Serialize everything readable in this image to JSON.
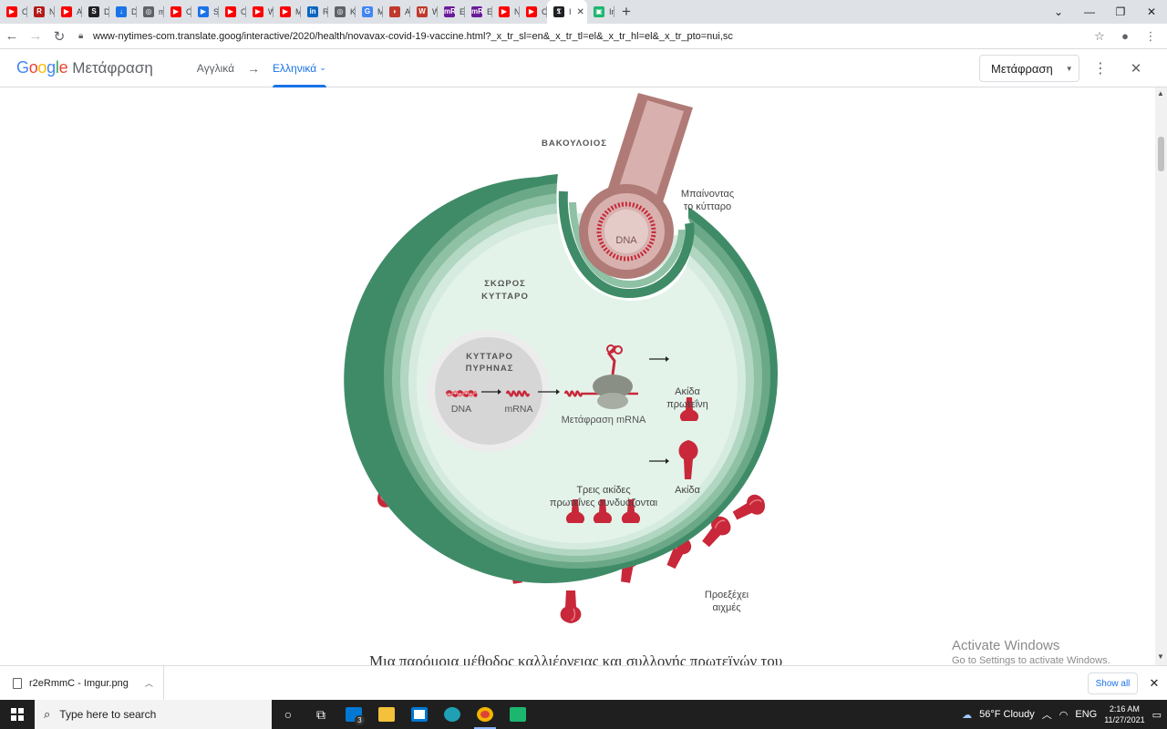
{
  "browser": {
    "tabs": [
      {
        "label": "O A",
        "color": "#ff0000",
        "glyph": "▶"
      },
      {
        "label": "Néo",
        "color": "#b31b1b",
        "glyph": "R"
      },
      {
        "label": "ANA",
        "color": "#ff0000",
        "glyph": "▶"
      },
      {
        "label": "DSC",
        "color": "#202124",
        "glyph": "S"
      },
      {
        "label": "Dow",
        "color": "#1a73e8",
        "glyph": "↓"
      },
      {
        "label": "med",
        "color": "#5f6368",
        "glyph": "◎"
      },
      {
        "label": "Com",
        "color": "#ff0000",
        "glyph": "▶"
      },
      {
        "label": "Sena",
        "color": "#1a73e8",
        "glyph": "▶"
      },
      {
        "label": "O Γι",
        "color": "#ff0000",
        "glyph": "▶"
      },
      {
        "label": "WAT",
        "color": "#ff0000",
        "glyph": "▶"
      },
      {
        "label": "Med",
        "color": "#ff0000",
        "glyph": "▶"
      },
      {
        "label": "Rob",
        "color": "#0a66c2",
        "glyph": "in"
      },
      {
        "label": "Key",
        "color": "#5f6368",
        "glyph": "◎"
      },
      {
        "label": "Με",
        "color": "#4285f4",
        "glyph": "G"
      },
      {
        "label": "Abst",
        "color": "#c0392b",
        "glyph": "◗"
      },
      {
        "label": "Woc",
        "color": "#c0392b",
        "glyph": "W"
      },
      {
        "label": "Effic",
        "color": "#6a1b9a",
        "glyph": "mR"
      },
      {
        "label": "Effic",
        "color": "#6a1b9a",
        "glyph": "mR"
      },
      {
        "label": "Nov",
        "color": "#ff0000",
        "glyph": "▶"
      },
      {
        "label": "COV",
        "color": "#ff0000",
        "glyph": "▶"
      },
      {
        "label": "I",
        "color": "#202124",
        "glyph": "𝕿",
        "active": true
      },
      {
        "label": "Img",
        "color": "#1bb76e",
        "glyph": "▣"
      }
    ],
    "url": "www-nytimes-com.translate.goog/interactive/2020/health/novavax-covid-19-vaccine.html?_x_tr_sl=en&_x_tr_tl=el&_x_tr_hl=el&_x_tr_pto=nui,sc"
  },
  "translate_bar": {
    "brand": "Google",
    "product": "Μετάφραση",
    "source_lang": "Αγγλικά",
    "target_lang": "Ελληνικά",
    "mode_label": "Μετάφραση"
  },
  "diagram": {
    "baculovirus": "ΒΑΚΟΥΛΟΙΟΣ",
    "entering_1": "Μπαίνοντας",
    "entering_2": "το κύτταρο",
    "virus_dna": "DNA",
    "moth_cell_1": "ΣΚΩΡΟΣ",
    "moth_cell_2": "ΚΥΤΤΑΡΟ",
    "nucleus_1": "ΚΥΤΤΑΡΟ",
    "nucleus_2": "ΠΥΡΗΝΑΣ",
    "nucleus_dna": "DNA",
    "nucleus_mrna": "mRNA",
    "translation": "Μετάφραση mRNA",
    "spike_protein_1": "Ακίδα",
    "spike_protein_2": "πρωτεΐνη",
    "three_spikes_1": "Τρεις ακίδες",
    "three_spikes_2": "πρωτεΐνες συνδυάζονται",
    "spike": "Ακίδα",
    "protrudes_1": "Προεξέχει",
    "protrudes_2": "αιχμές"
  },
  "caption": "Μια παρόμοια μέθοδος καλλιέργειας και συλλογής πρωτεϊνών του",
  "watermark": {
    "title": "Activate Windows",
    "subtitle": "Go to Settings to activate Windows."
  },
  "downloads": {
    "file": "r2eRmmC - Imgur.png",
    "show_all": "Show all"
  },
  "taskbar": {
    "search_placeholder": "Type here to search",
    "mail_badge": "3",
    "weather": "56°F  Cloudy",
    "language": "ENG",
    "time": "2:16 AM",
    "date": "11/27/2021"
  }
}
